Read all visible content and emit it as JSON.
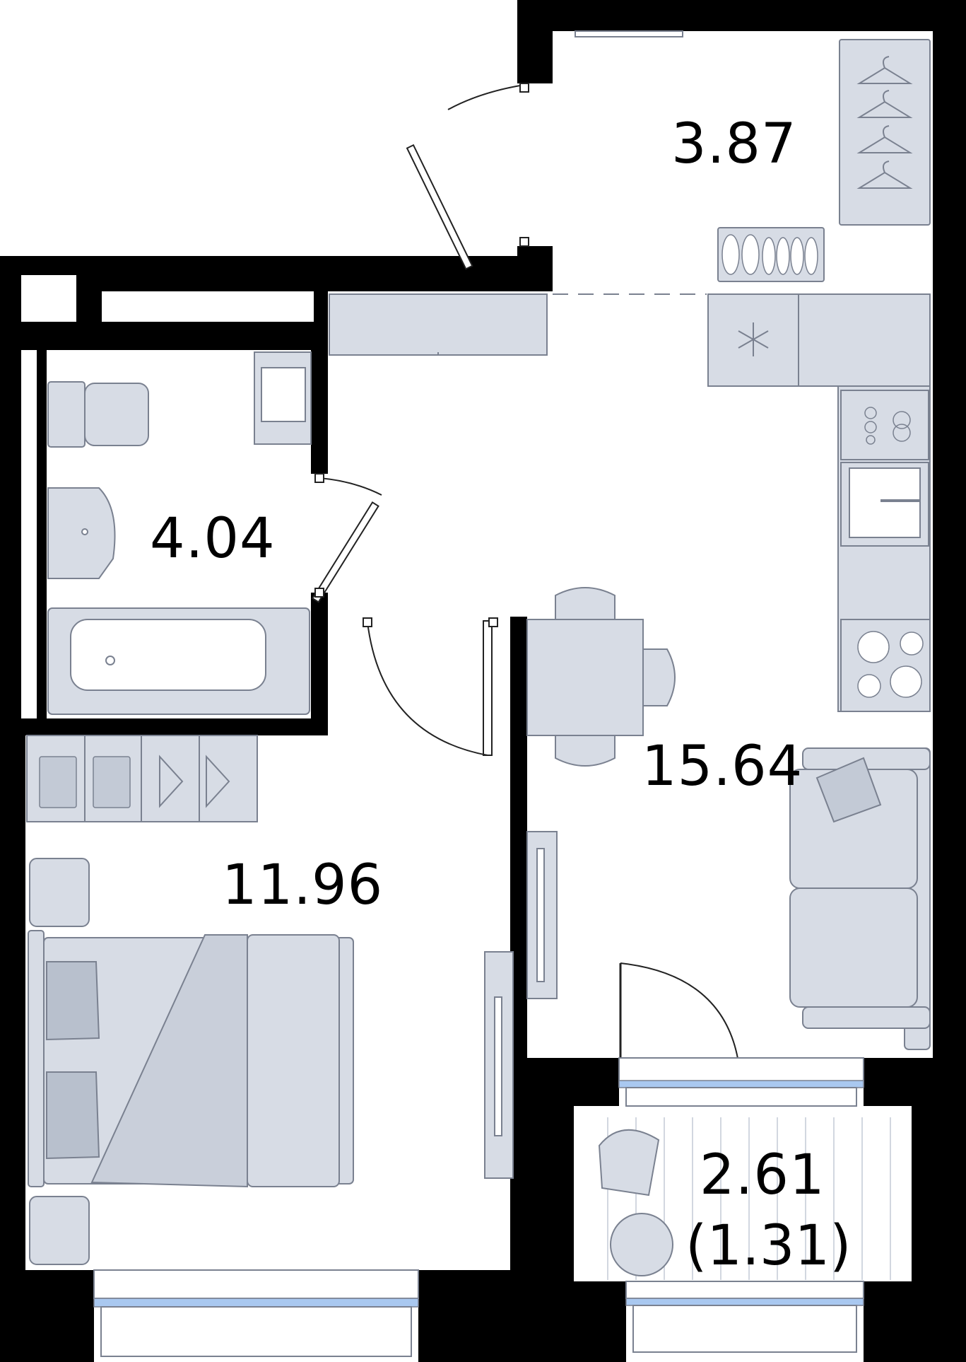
{
  "colors": {
    "wall": "#000000",
    "furniture_fill": "#d7dce5",
    "furniture_stroke": "#7a8190",
    "glass": "#a9c8f0",
    "background": "#ffffff"
  },
  "rooms": {
    "hallway": {
      "area": "3.87"
    },
    "bathroom": {
      "area": "4.04"
    },
    "kitchen_living": {
      "area": "15.64"
    },
    "bedroom": {
      "area": "11.96"
    },
    "balcony": {
      "area": "2.61",
      "reduced_area": "(1.31)"
    }
  },
  "icons": [
    "snowflake-icon",
    "hanger-icon",
    "shirt-icon",
    "shoe-icon",
    "burner-icon"
  ]
}
